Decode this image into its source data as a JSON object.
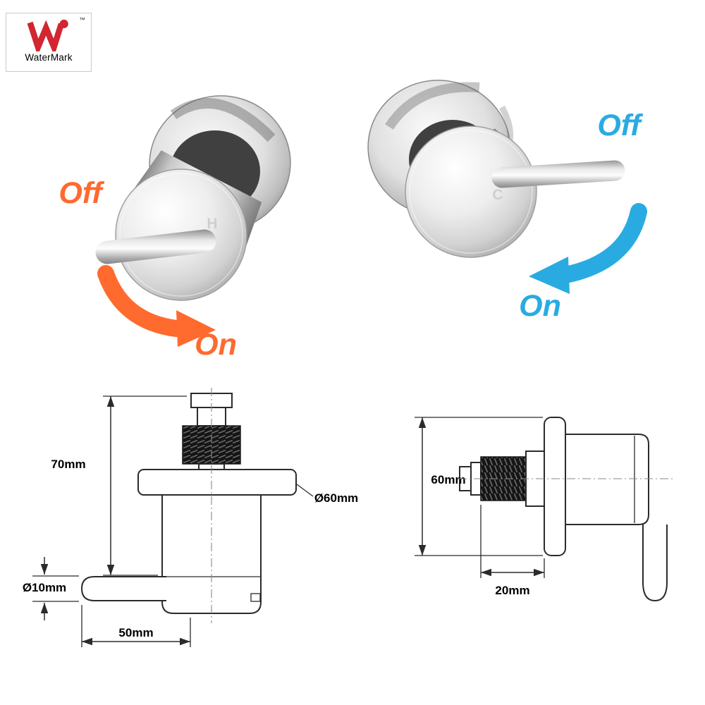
{
  "certification": {
    "label": "WaterMark",
    "tm": "™",
    "logo_color": "#d22630"
  },
  "hot_tap": {
    "handle_letter": "H",
    "off_label": "Off",
    "on_label": "On",
    "accent_color": "#ff6a2e"
  },
  "cold_tap": {
    "handle_letter": "C",
    "off_label": "Off",
    "on_label": "On",
    "accent_color": "#29abe2"
  },
  "diagram_left": {
    "height": "70mm",
    "plate_diameter": "Ø60mm",
    "lever_diameter": "Ø10mm",
    "lever_length": "50mm"
  },
  "diagram_right": {
    "height": "60mm",
    "depth": "20mm"
  }
}
